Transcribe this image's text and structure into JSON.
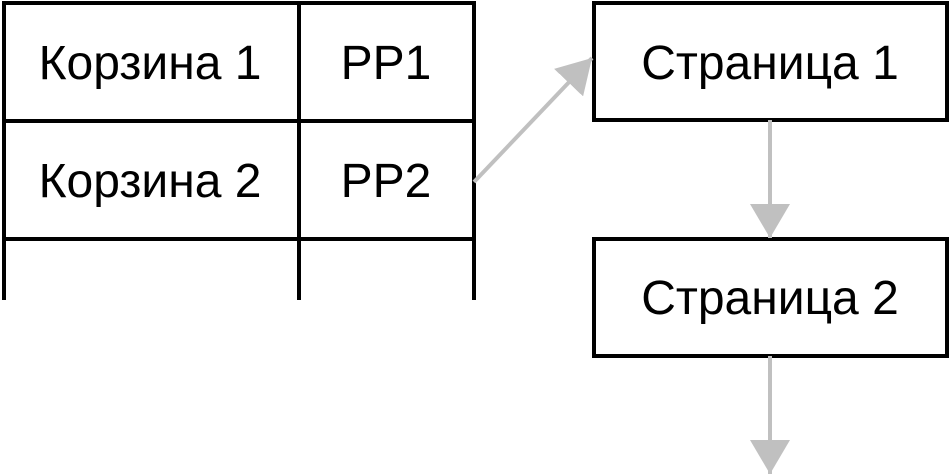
{
  "table": {
    "rows": [
      {
        "bucket": "Корзина 1",
        "pointer": "PP1"
      },
      {
        "bucket": "Корзина 2",
        "pointer": "PP2"
      }
    ]
  },
  "pages": [
    {
      "label": "Страница 1"
    },
    {
      "label": "Страница 2"
    }
  ],
  "colors": {
    "line": "#000000",
    "arrow": "#c0c0c0"
  }
}
